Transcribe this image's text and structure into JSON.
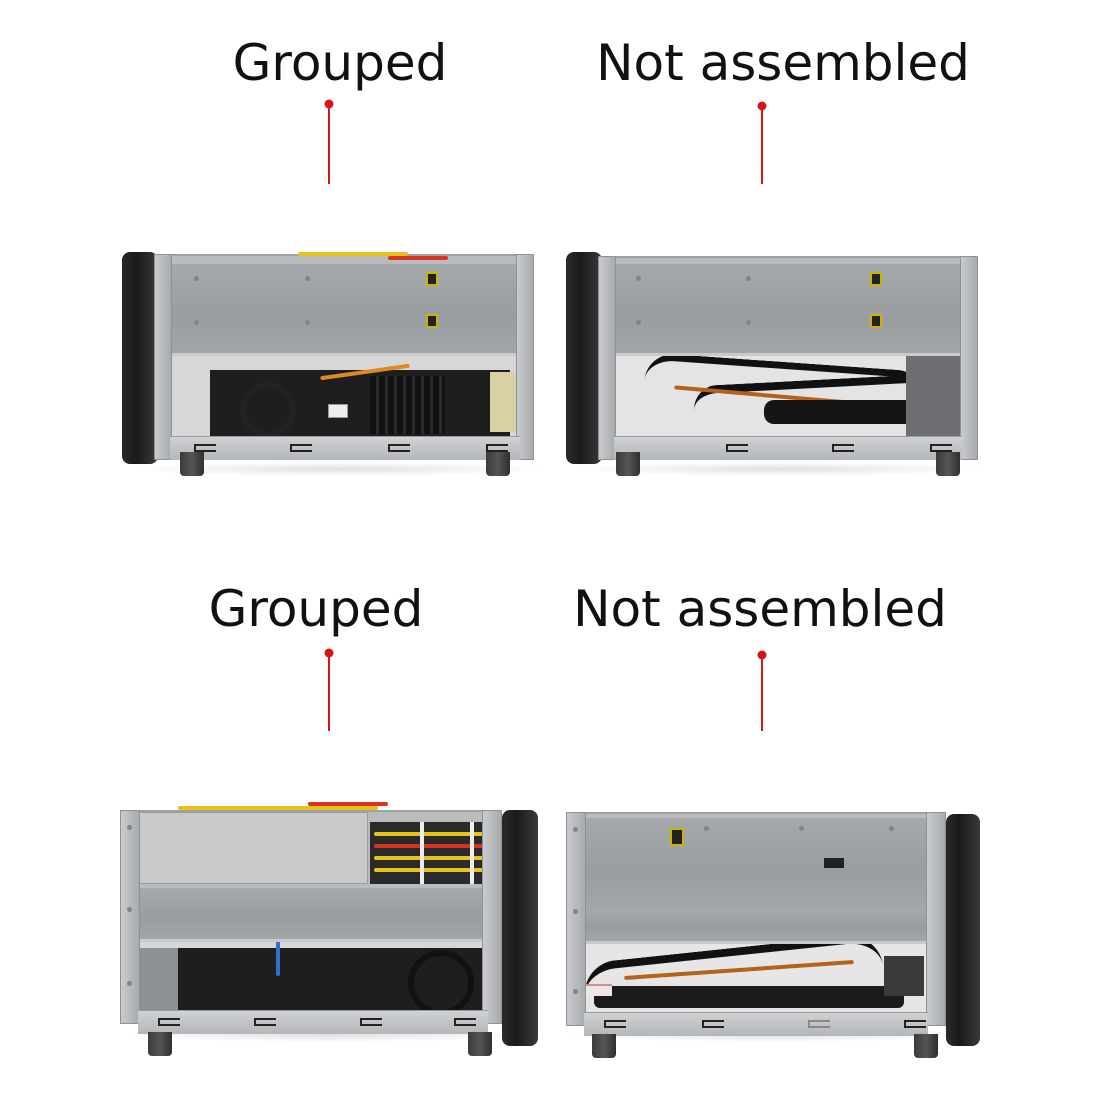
{
  "rows": [
    {
      "left": {
        "label": "Grouped",
        "state": "assembled"
      },
      "right": {
        "label": "Not assembled",
        "state": "empty"
      }
    },
    {
      "left": {
        "label": "Grouped",
        "state": "assembled"
      },
      "right": {
        "label": "Not assembled",
        "state": "empty"
      }
    }
  ],
  "colors": {
    "label_text": "#111111",
    "pin_accent": "#d6141c",
    "chassis_metal": "#b9bcbf",
    "bezel": "#1f1f1f",
    "background": "#ffffff"
  }
}
